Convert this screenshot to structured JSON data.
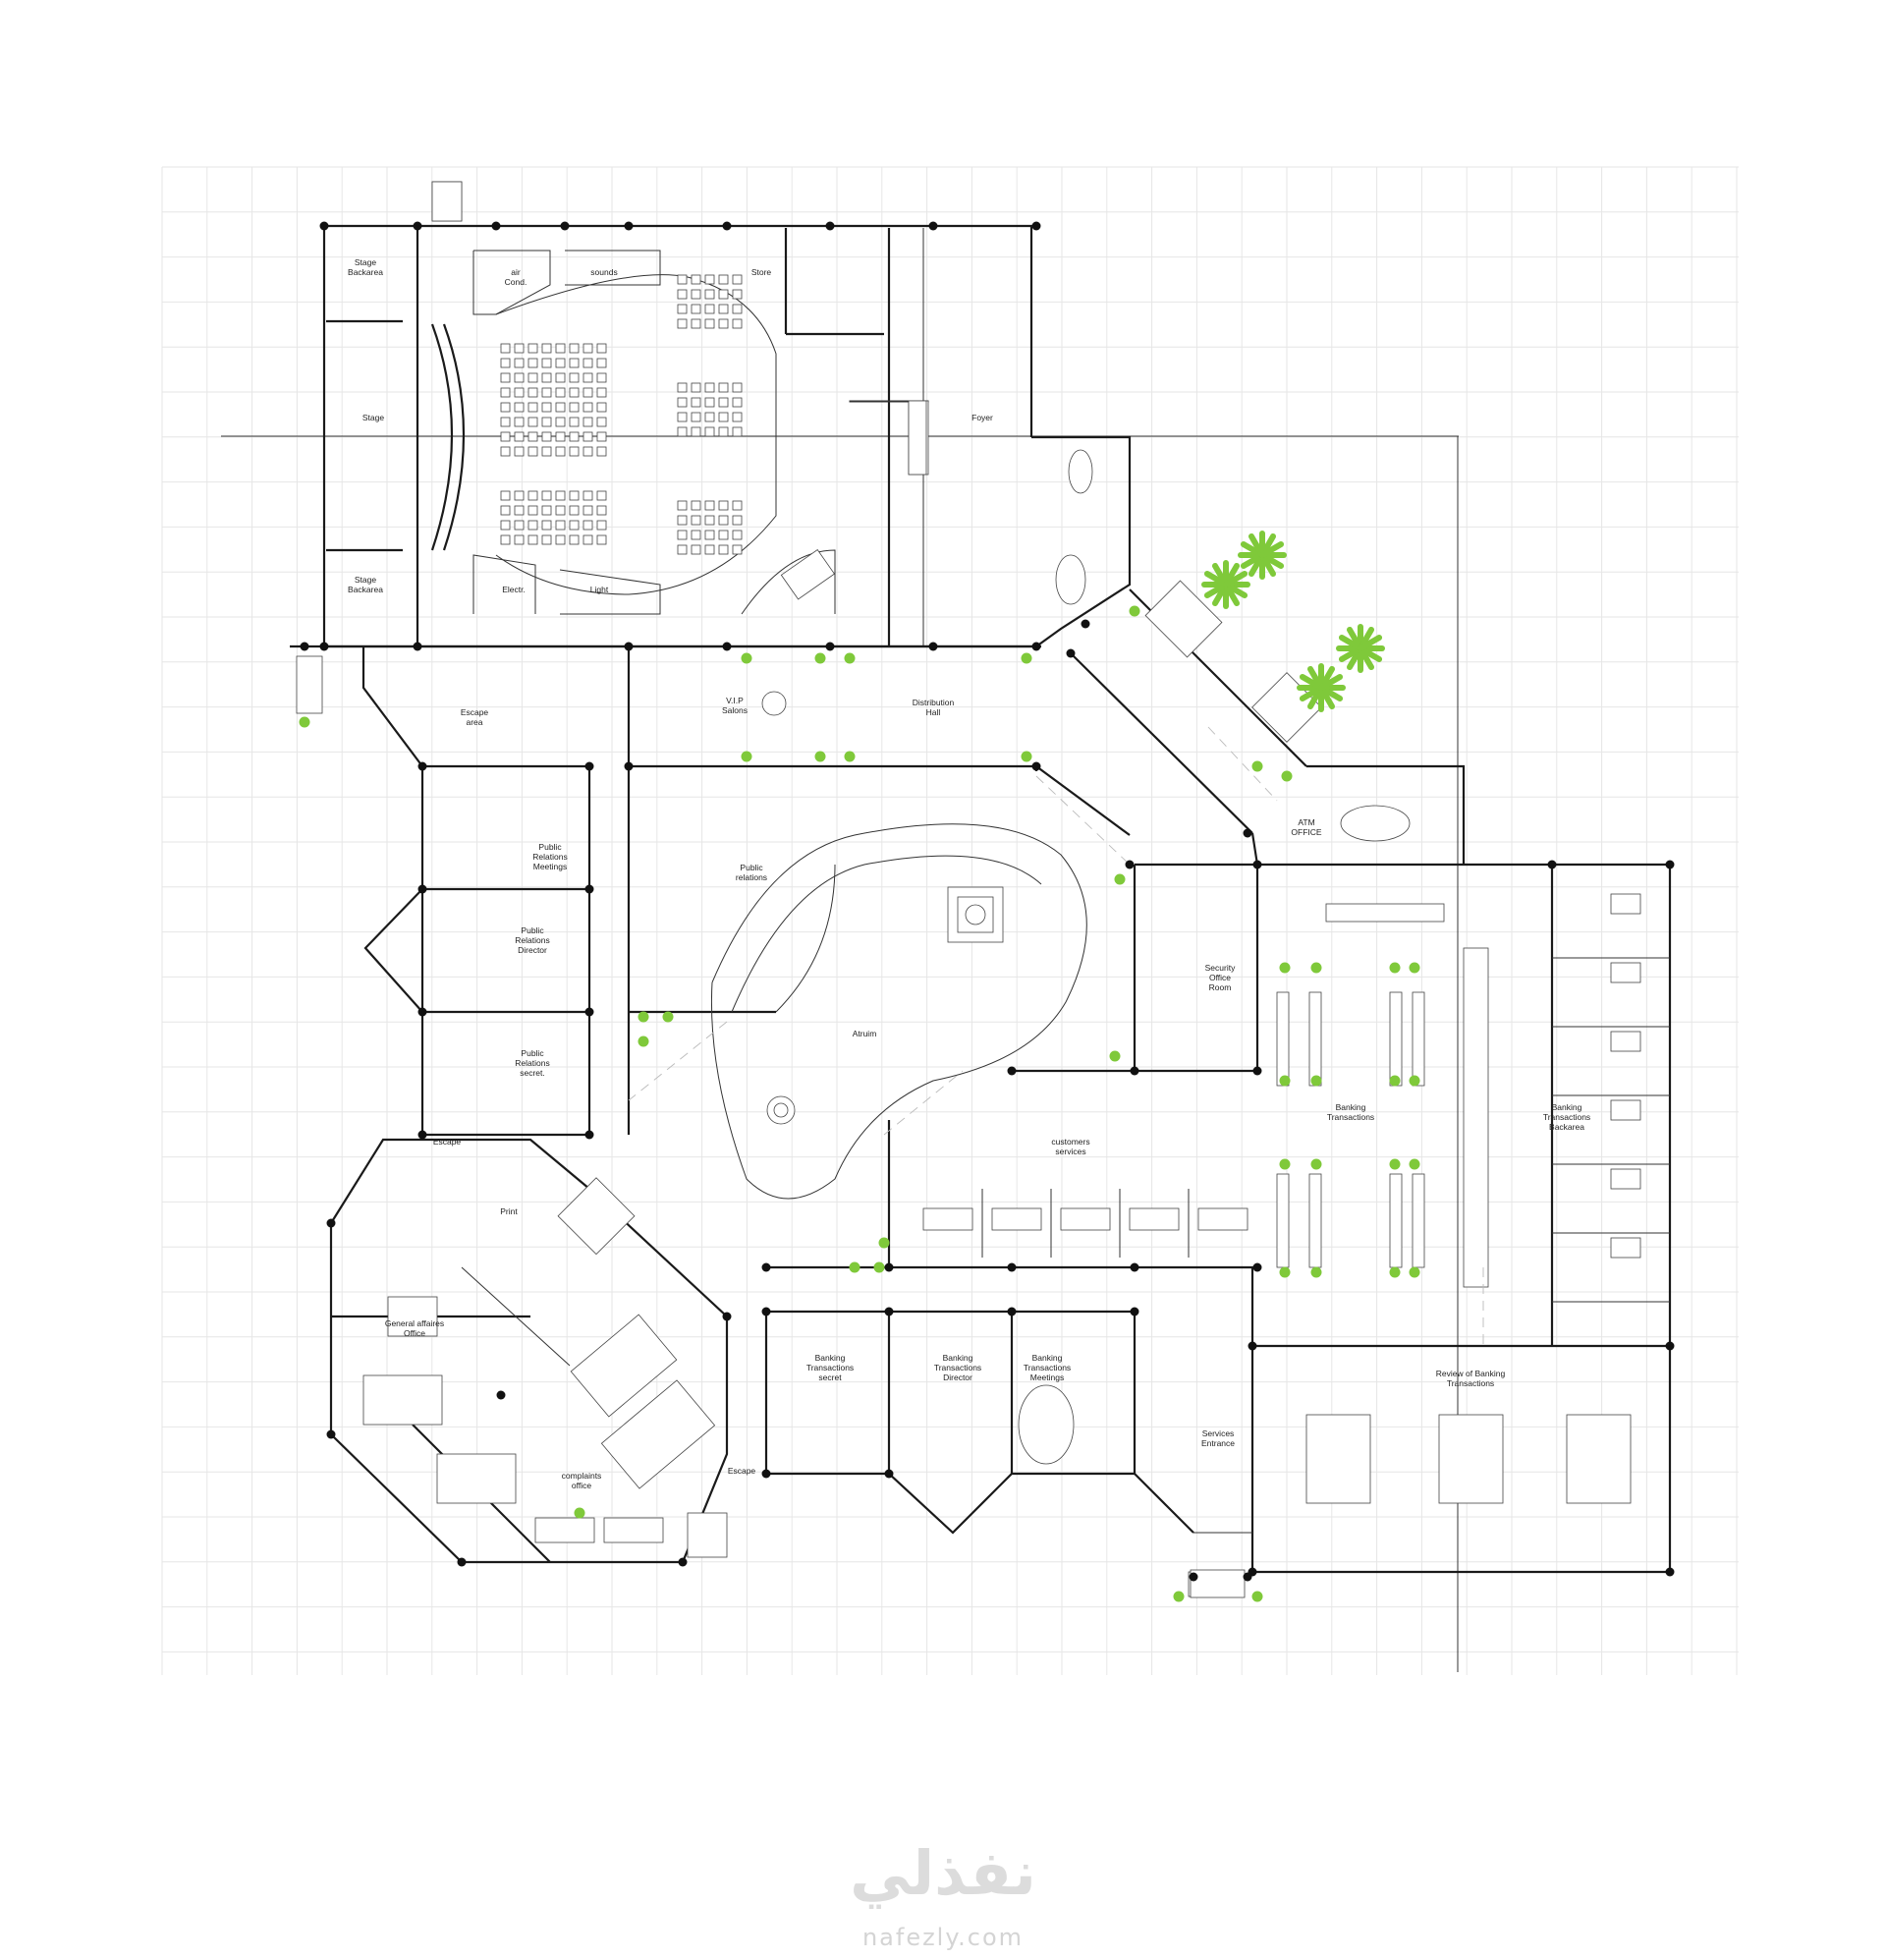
{
  "plan": {
    "rooms": [
      {
        "id": "stage-backarea-top",
        "label": "Stage\nBackarea"
      },
      {
        "id": "air-cond",
        "label": "air\nCond."
      },
      {
        "id": "sounds",
        "label": "sounds"
      },
      {
        "id": "store",
        "label": "Store"
      },
      {
        "id": "stage",
        "label": "Stage"
      },
      {
        "id": "foyer",
        "label": "Foyer"
      },
      {
        "id": "stage-backarea-bottom",
        "label": "Stage\nBackarea"
      },
      {
        "id": "electr",
        "label": "Electr."
      },
      {
        "id": "light",
        "label": "Light"
      },
      {
        "id": "escape-area",
        "label": "Escape\narea"
      },
      {
        "id": "vip-salons",
        "label": "V.I.P\nSalons"
      },
      {
        "id": "distribution-hall",
        "label": "Distribution\nHall"
      },
      {
        "id": "atm-office",
        "label": "ATM\nOFFICE"
      },
      {
        "id": "pr-meetings",
        "label": "Public\nRelations\nMeetings"
      },
      {
        "id": "public-relations",
        "label": "Public\nrelations"
      },
      {
        "id": "pr-director",
        "label": "Public\nRelations\nDirector"
      },
      {
        "id": "security-office",
        "label": "Security\nOffice\nRoom"
      },
      {
        "id": "pr-secret",
        "label": "Public\nRelations\nsecret."
      },
      {
        "id": "atruim",
        "label": "Atruim"
      },
      {
        "id": "banking-transactions",
        "label": "Banking\nTransactions"
      },
      {
        "id": "banking-backarea",
        "label": "Banking\nTransactions\nBackarea"
      },
      {
        "id": "escape-left",
        "label": "Escape"
      },
      {
        "id": "customers-services",
        "label": "customers\nservices"
      },
      {
        "id": "print",
        "label": "Print"
      },
      {
        "id": "general-affaires",
        "label": "General affaires\nOffice"
      },
      {
        "id": "bt-secret",
        "label": "Banking\nTransactions\nsecret"
      },
      {
        "id": "bt-director",
        "label": "Banking\nTransactions\nDirector"
      },
      {
        "id": "bt-meetings",
        "label": "Banking\nTransactions\nMeetings"
      },
      {
        "id": "review-bt",
        "label": "Review of Banking\nTransactions"
      },
      {
        "id": "services-entrance",
        "label": "Services\nEntrance"
      },
      {
        "id": "complaints-office",
        "label": "complaints\noffice"
      },
      {
        "id": "escape-bottom",
        "label": "Escape"
      }
    ]
  },
  "brand": {
    "arabic": "نفذلي",
    "latin": "nafezly.com"
  },
  "colors": {
    "wall": "#1a1a1a",
    "plant": "#7fc93a",
    "grid": "#e6e6e6",
    "watermark": "#d4d4d4"
  }
}
